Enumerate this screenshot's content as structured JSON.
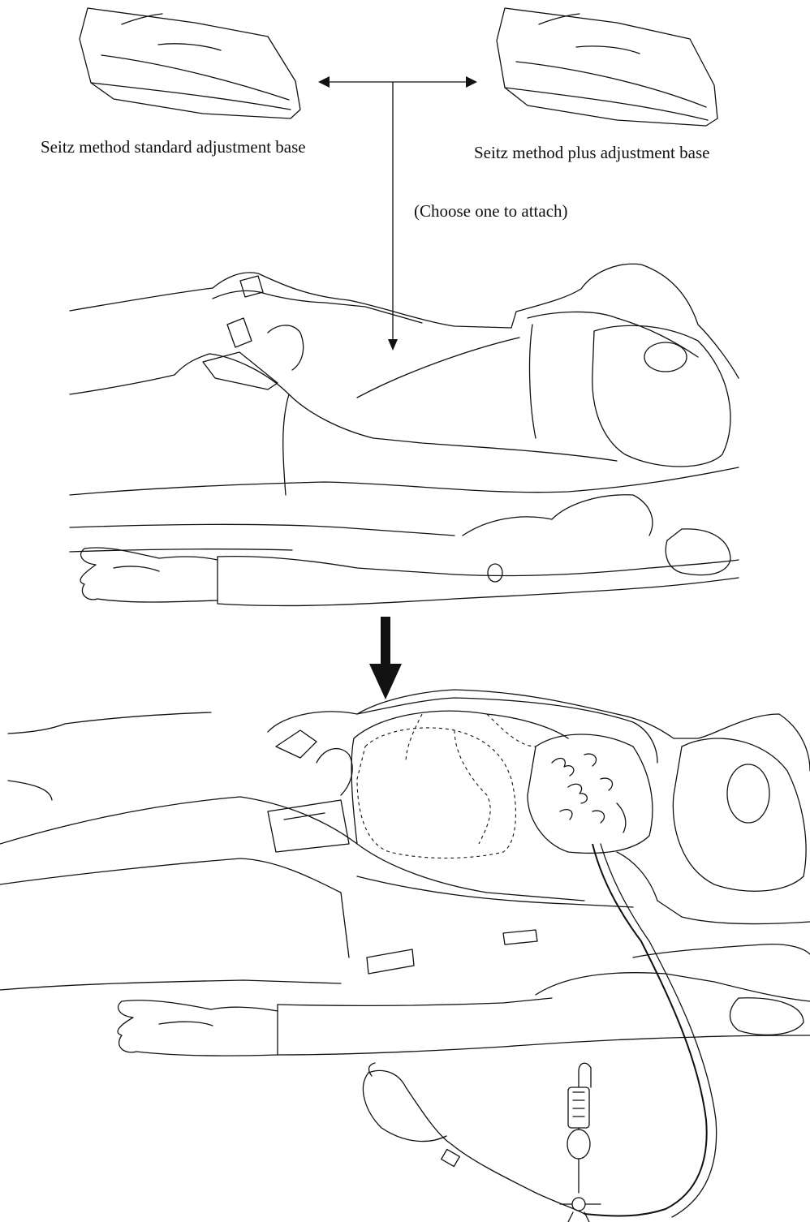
{
  "labels": {
    "standard_base": "Seitz method standard adjustment base",
    "plus_base": "Seitz method plus adjustment base",
    "choose": "(Choose one to attach)"
  },
  "icons": {
    "standard_base": "adjustment-base-pad-icon",
    "plus_base": "adjustment-base-pad-icon",
    "choice_arrow": "double-headed-arrow-icon",
    "attach_arrow": "down-arrow-icon",
    "result_arrow": "bold-down-arrow-icon"
  },
  "colors": {
    "line": "#111111",
    "background": "#ffffff"
  }
}
